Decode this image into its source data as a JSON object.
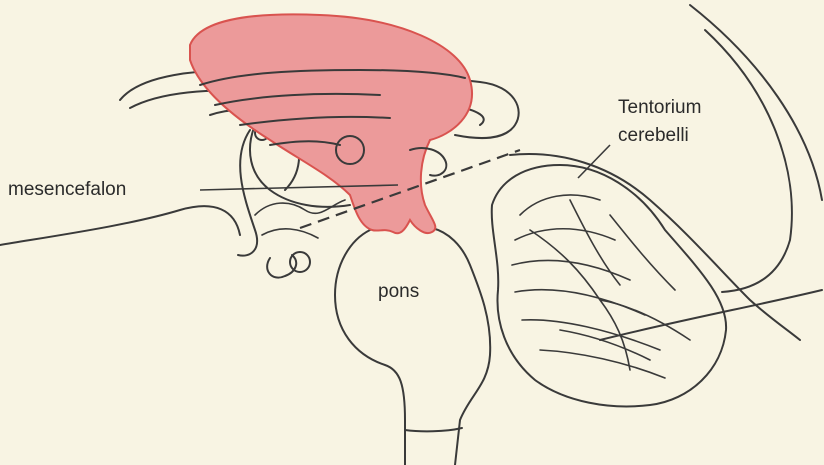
{
  "labels": {
    "mesencefalon": "mesencefalon",
    "tentorium_line1": "Tentorium",
    "tentorium_line2": "cerebelli",
    "pons": "pons"
  },
  "colors": {
    "background": "#f8f4e3",
    "highlight_fill": "#ec9a9a",
    "highlight_stroke": "#d9534f",
    "line": "#3a3a3a"
  }
}
